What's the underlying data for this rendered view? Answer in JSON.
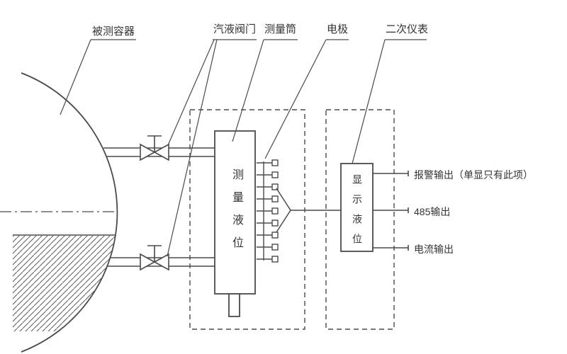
{
  "labels": {
    "vessel": "被测容器",
    "valve": "汽液阀门",
    "cylinder": "测量筒",
    "electrode": "电极",
    "secondary_meter": "二次仪表"
  },
  "components": {
    "measure_column_text": "测量液位",
    "display_column_text": "显示液位"
  },
  "outputs": {
    "alarm": "报警输出（单显只有此项）",
    "rs485": "485输出",
    "current": "电流输出"
  },
  "colors": {
    "line": "#4a4a4a",
    "text": "#333333",
    "background": "#ffffff"
  }
}
